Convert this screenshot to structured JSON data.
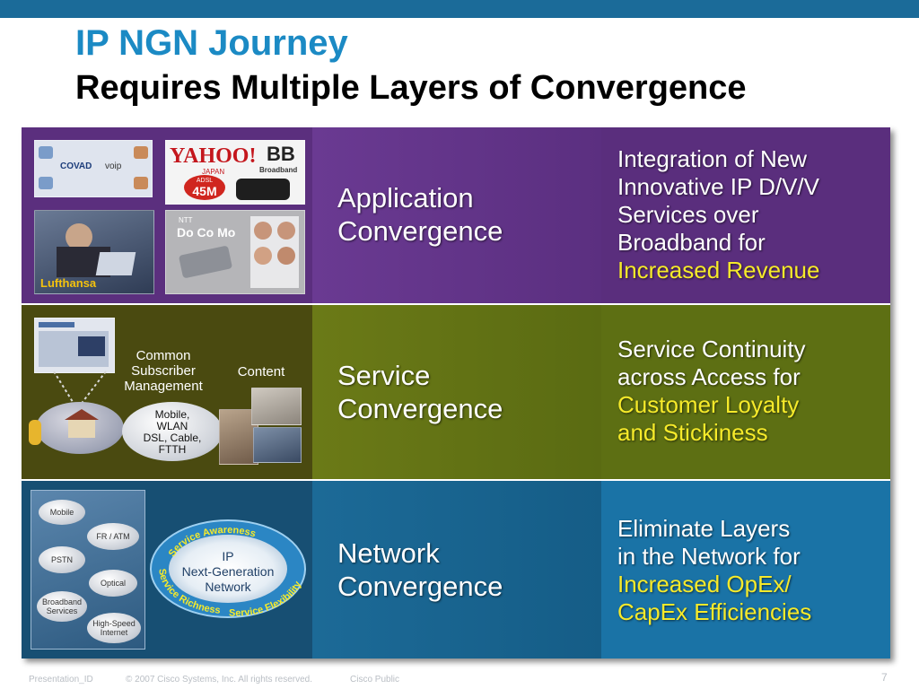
{
  "header": {
    "title": "IP NGN Journey",
    "subtitle": "Requires Multiple Layers of Convergence"
  },
  "rows": [
    {
      "label_line1": "Application",
      "label_line2": "Convergence",
      "right_lines": [
        "Integration of New",
        "Innovative IP D/V/V",
        "Services over",
        "Broadband for"
      ],
      "right_highlight": [
        "Increased Revenue"
      ],
      "images": {
        "logo_yahoo": "YAHOO!",
        "logo_japan": "JAPAN",
        "logo_bb": "BB",
        "logo_broadband": "Broadband",
        "adsl_badge": "ADSL",
        "adsl_speed": "45M",
        "covad": "COVAD",
        "voip": "voip",
        "lufthansa": "Lufthansa",
        "ntt": "NTT",
        "docomo": "Do Co Mo"
      }
    },
    {
      "label_line1": "Service",
      "label_line2": "Convergence",
      "right_lines": [
        "Service Continuity",
        "across Access for"
      ],
      "right_highlight": [
        "Customer Loyalty",
        "and Stickiness"
      ],
      "images": {
        "common_subscriber": [
          "Common",
          "Subscriber",
          "Management"
        ],
        "content": "Content",
        "access_cloud": [
          "Mobile,",
          "WLAN",
          "DSL, Cable,",
          "FTTH"
        ]
      }
    },
    {
      "label_line1": "Network",
      "label_line2": "Convergence",
      "right_lines": [
        "Eliminate Layers",
        "in the Network for"
      ],
      "right_highlight": [
        "Increased OpEx/",
        "CapEx Efficiencies"
      ],
      "images": {
        "clouds": [
          "Mobile",
          "FR / ATM",
          "PSTN",
          "Optical",
          "Broadband Services",
          "High-Speed Internet"
        ],
        "ring_top": "Service Awareness",
        "ring_bottom_left": "Service Richness",
        "ring_bottom_right": "Service Flexibility",
        "core": [
          "IP",
          "Next-Generation",
          "Network"
        ]
      }
    }
  ],
  "footer": {
    "presentation_id": "Presentation_ID",
    "copyright": "© 2007 Cisco Systems, Inc. All rights reserved.",
    "classification": "Cisco Public",
    "page_number": "7"
  },
  "colors": {
    "title_blue": "#1b8ac4",
    "highlight_yellow": "#f6ea2a",
    "purple": "#5b2f7e",
    "olive": "#5d6f13",
    "blue": "#1a73a6"
  }
}
